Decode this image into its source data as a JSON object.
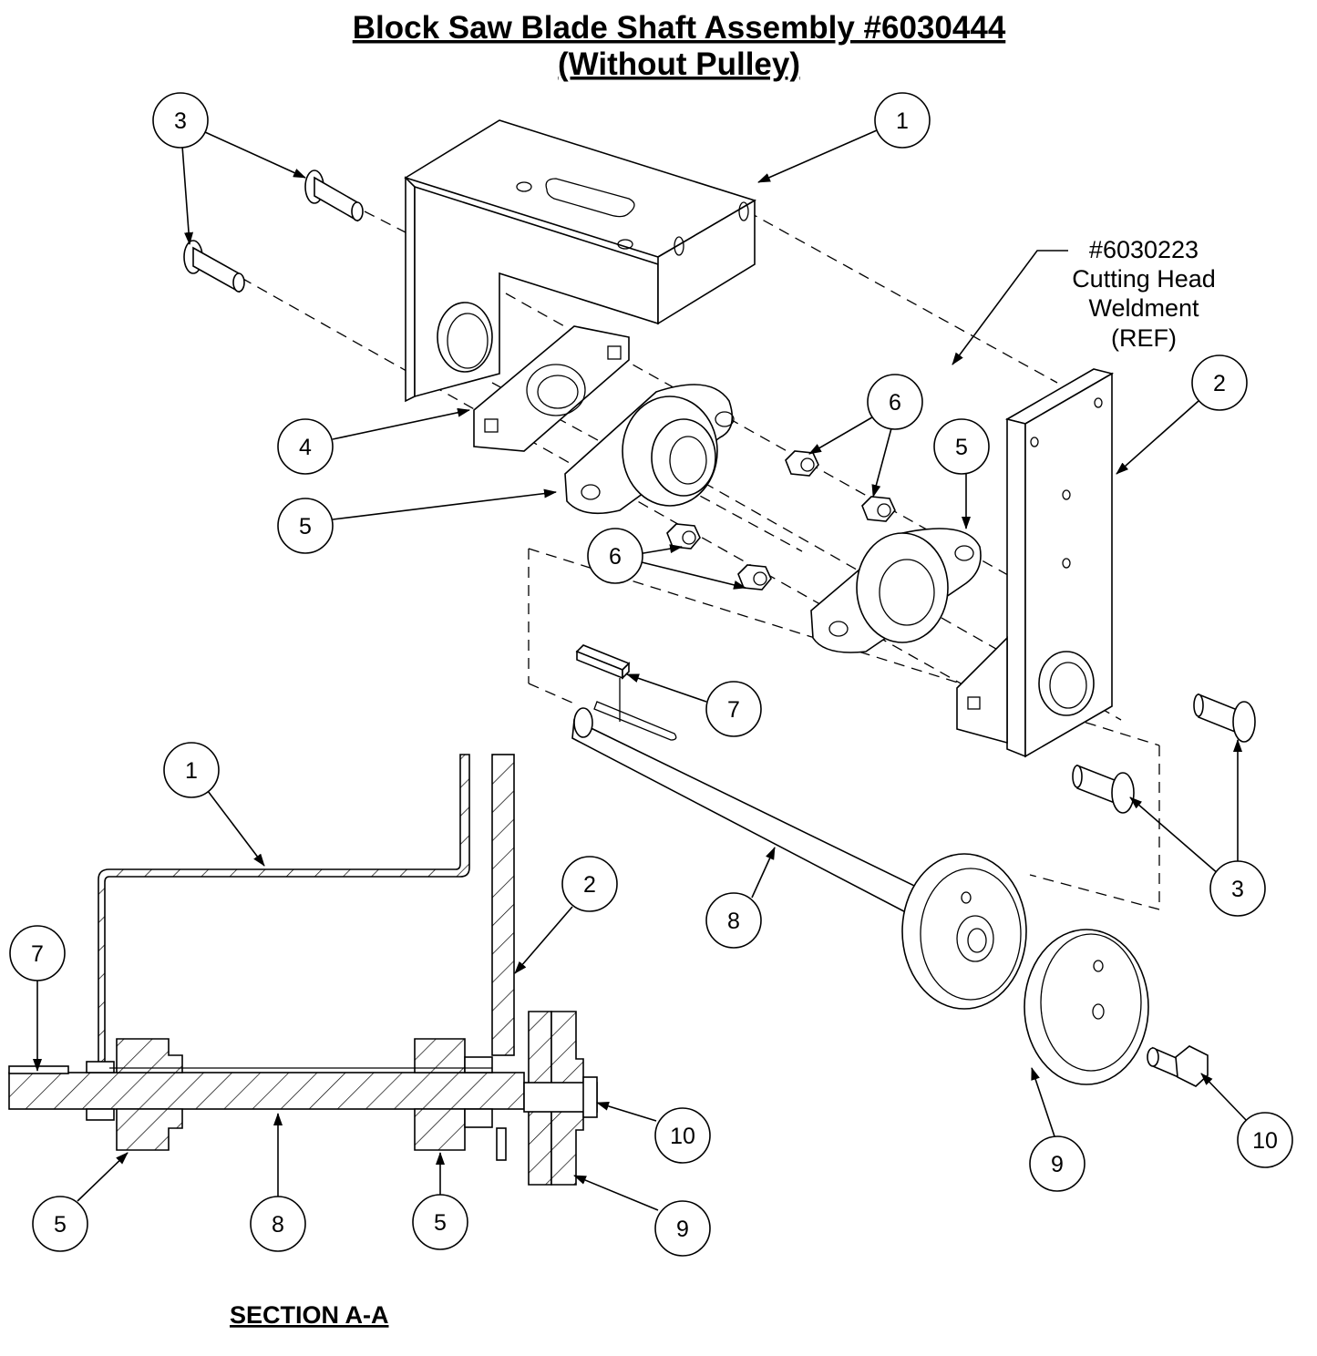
{
  "title": {
    "line1": "Block Saw Blade Shaft Assembly #6030444",
    "line2": "(Without Pulley)"
  },
  "reference_note": {
    "line1": "#6030223",
    "line2": "Cutting Head",
    "line3": "Weldment",
    "line4": "(REF)"
  },
  "section_label": "SECTION A-A",
  "callouts": {
    "exploded": [
      "3",
      "1",
      "4",
      "5",
      "6",
      "2",
      "5",
      "6",
      "7",
      "8",
      "3",
      "9",
      "10"
    ],
    "section": [
      "1",
      "2",
      "7",
      "10",
      "5",
      "8",
      "5",
      "9"
    ]
  }
}
